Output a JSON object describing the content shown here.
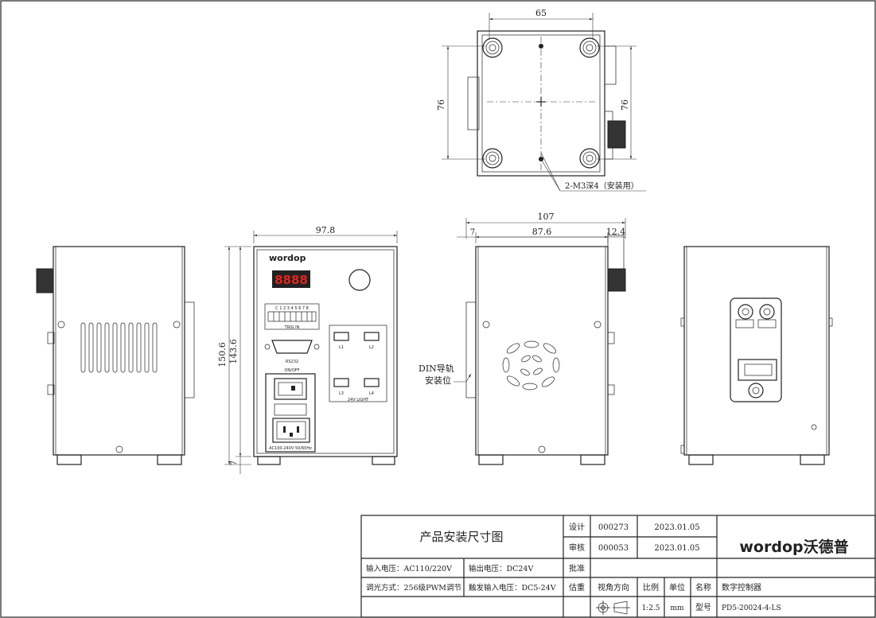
{
  "dims": {
    "top_width": "65",
    "top_height_left": "76",
    "top_height_right": "76",
    "mount_note": "2-M3深4（安装用）",
    "front_width": "97.8",
    "front_total_height": "150.6",
    "front_body_height": "143.6",
    "front_foot": "7",
    "side_total_width": "107",
    "side_left_offset": "7",
    "side_body_width": "87.6",
    "side_knob": "12.4",
    "din_note_1": "DIN导轨",
    "din_note_2": "安装位"
  },
  "panel": {
    "logo": "wordop",
    "display": "8888",
    "trig_pins": "C 1 2 3 4 5 6 7 8",
    "trig_label": "TRIG IN",
    "rs232_label": "RS232",
    "onoff_label": "ON/OFF",
    "power_label": "AC100-240V 50/60Hz",
    "light_label": "24V LIGHT",
    "ports": [
      "L1",
      "L2",
      "L3",
      "L4"
    ]
  },
  "titleblock": {
    "title": "产品安装尺寸图",
    "design_label": "设计",
    "design_id": "000273",
    "design_date": "2023.01.05",
    "review_label": "审核",
    "review_id": "000053",
    "review_date": "2023.01.05",
    "approve_label": "批准",
    "weight_label": "估重",
    "view_label": "视角方向",
    "scale_label": "比例",
    "unit_label": "单位",
    "name_label": "名称",
    "name_value": "数字控制器",
    "scale_value": "1:2.5",
    "unit_value": "mm",
    "model_label": "型号",
    "model_value": "PD5-20024-4-LS",
    "input_voltage": "输入电压：AC110/220V",
    "output_voltage": "输出电压：DC24V",
    "dimming": "调光方式：256级PWM调节",
    "trigger_voltage": "触发输入电压：DC5-24V",
    "brand": "wordop沃德普"
  }
}
